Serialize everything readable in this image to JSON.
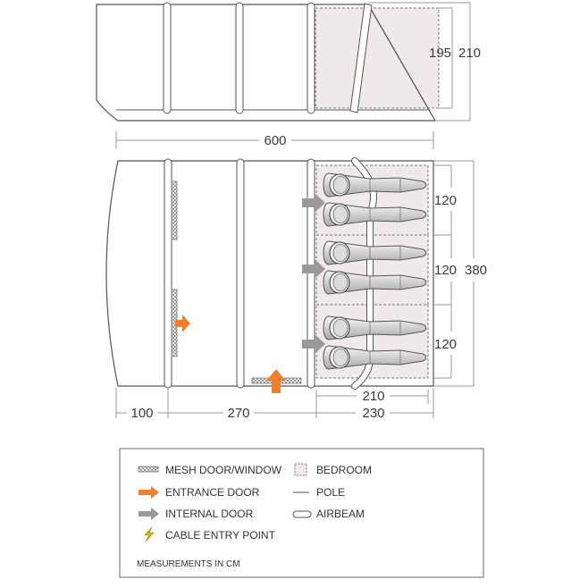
{
  "side_view": {
    "height_inner": "195",
    "height_outer": "210"
  },
  "total_length": "600",
  "plan": {
    "bedroom_widths": [
      "120",
      "120",
      "120"
    ],
    "total_width": "380",
    "bedroom_depth": "210",
    "sections": [
      "100",
      "270",
      "230"
    ]
  },
  "legend": {
    "mesh": "MESH DOOR/WINDOW",
    "entrance": "ENTRANCE DOOR",
    "internal": "INTERNAL DOOR",
    "cable": "CABLE ENTRY POINT",
    "bedroom": "BEDROOM",
    "pole": "POLE",
    "airbeam": "AIRBEAM",
    "note": "MEASUREMENTS IN CM"
  },
  "colors": {
    "outline": "#555555",
    "bedroom_fill": "#efe9e9",
    "entrance_arrow": "#ee7f2d",
    "internal_arrow": "#9a9a9a",
    "cable_icon": "#c9c200"
  }
}
